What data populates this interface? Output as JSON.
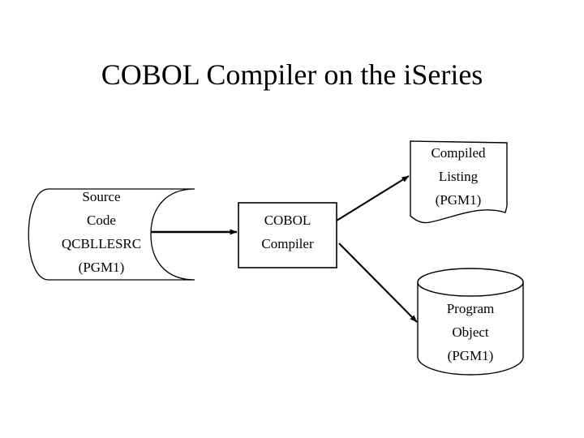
{
  "slide": {
    "title": "COBOL Compiler on the iSeries",
    "background_color": "#ffffff",
    "line_color": "#000000",
    "text_color": "#000000"
  },
  "diagram": {
    "nodes": [
      {
        "id": "source-code",
        "shape": "magnetic-tape",
        "label": "Source\nCode\nQCBLLESRC\n(PGM1)",
        "lines": [
          "Source",
          "Code",
          "QCBLLESRC",
          "(PGM1)"
        ]
      },
      {
        "id": "cobol-compiler",
        "shape": "process-rectangle",
        "label": "COBOL\nCompiler",
        "lines": [
          "COBOL",
          "Compiler"
        ]
      },
      {
        "id": "compiled-listing",
        "shape": "document",
        "label": "Compiled\nListing\n(PGM1)",
        "lines": [
          "Compiled",
          "Listing",
          "(PGM1)"
        ]
      },
      {
        "id": "program-object",
        "shape": "cylinder-database",
        "label": "Program\nObject\n(PGM1)",
        "lines": [
          "Program",
          "Object",
          "(PGM1)"
        ]
      }
    ],
    "connectors": [
      {
        "id": "source-to-compiler",
        "from": "source-code",
        "to": "cobol-compiler",
        "style": "straight-arrow"
      },
      {
        "id": "compiler-to-listing",
        "from": "cobol-compiler",
        "to": "compiled-listing",
        "style": "diagonal-arrow-up"
      },
      {
        "id": "compiler-to-object",
        "from": "cobol-compiler",
        "to": "program-object",
        "style": "diagonal-arrow-down"
      }
    ]
  }
}
